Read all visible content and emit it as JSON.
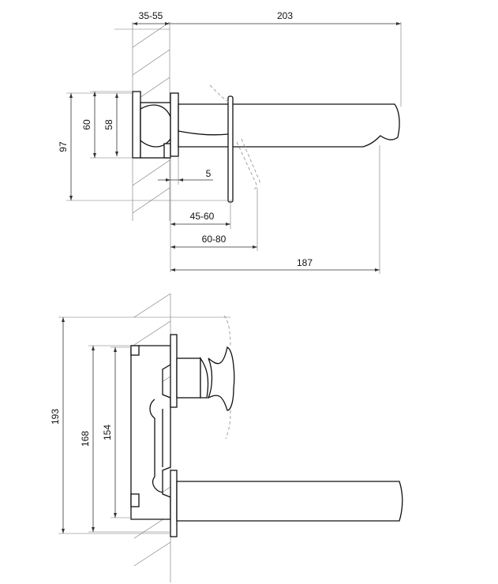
{
  "top_view": {
    "dims": {
      "wall_depth": "35-55",
      "spout_length": "203",
      "height_97": "97",
      "height_60": "60",
      "height_58": "58",
      "gap_5": "5",
      "range_45_60": "45-60",
      "range_60_80": "60-80",
      "reach_187": "187"
    }
  },
  "side_view": {
    "dims": {
      "height_193": "193",
      "height_168": "168",
      "height_154": "154"
    }
  },
  "colors": {
    "line": "#111111",
    "dimension": "#333333",
    "ghost": "#999999"
  }
}
